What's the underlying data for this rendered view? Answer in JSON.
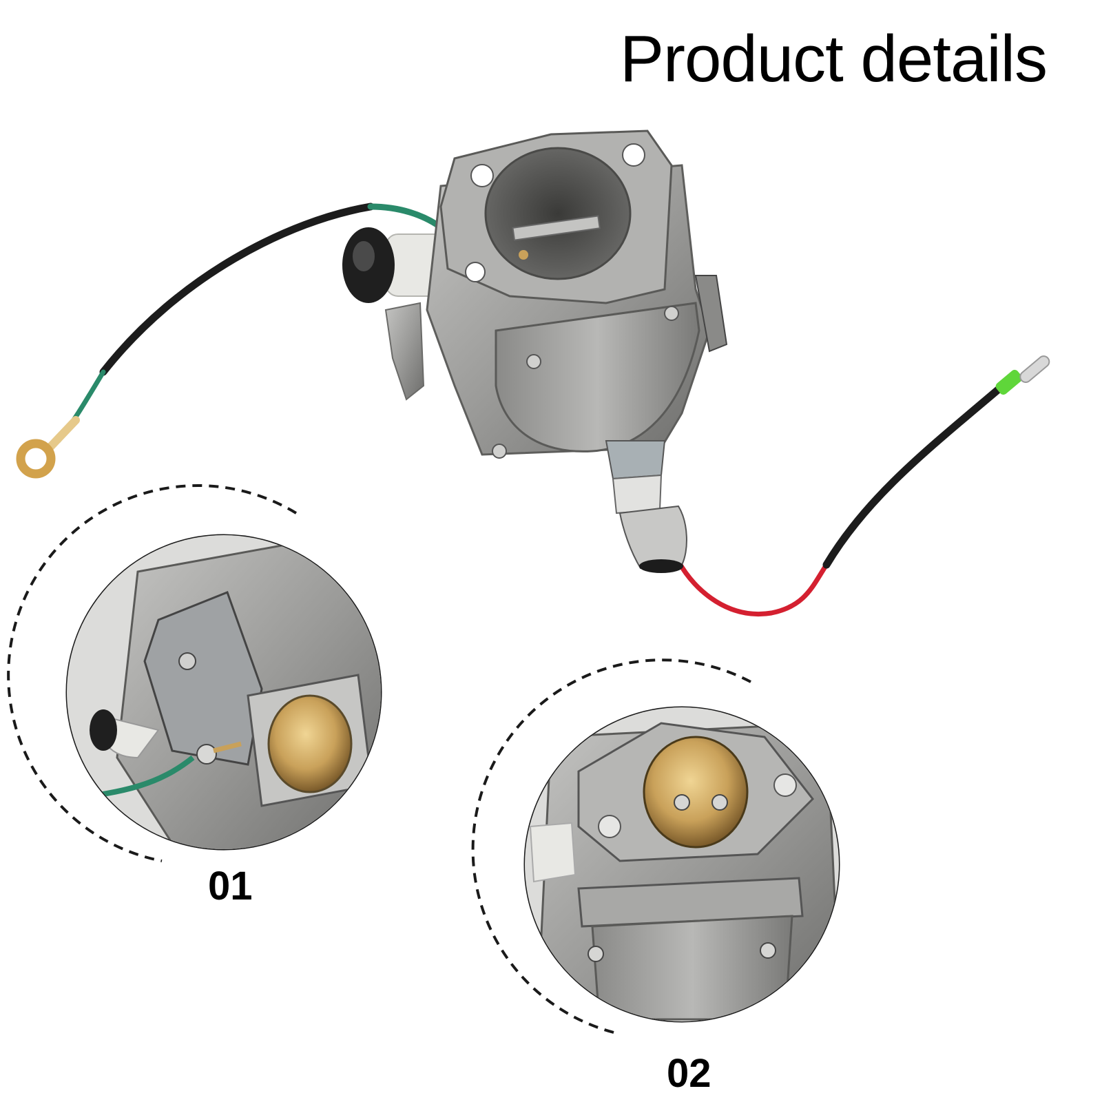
{
  "title": "Product details",
  "details": [
    {
      "number": "01"
    },
    {
      "number": "02"
    }
  ],
  "colors": {
    "background": "#ffffff",
    "text": "#000000",
    "metal": "#9a9a98",
    "brass": "#c9a15a",
    "wire_black": "#1c1c1c",
    "wire_red": "#d42030",
    "wire_green": "#2a8a6a"
  }
}
